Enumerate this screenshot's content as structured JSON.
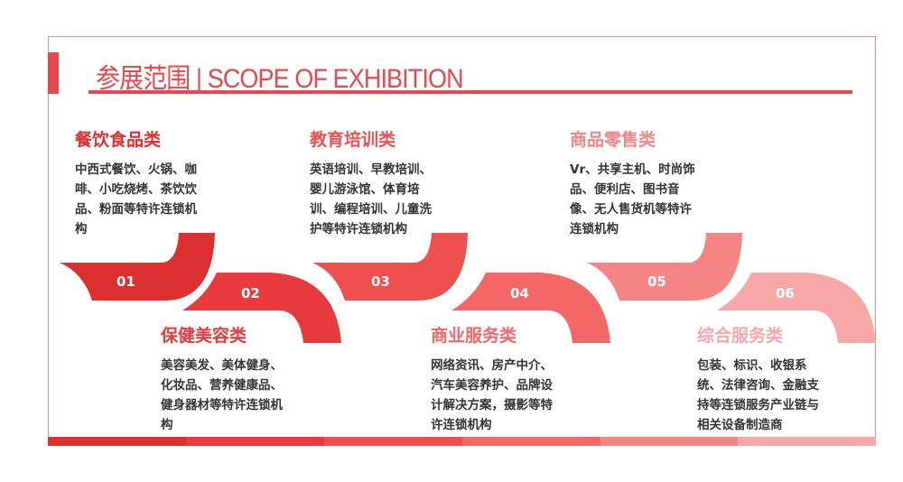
{
  "header": {
    "title": "参展范围 | SCOPE OF EXHIBITION"
  },
  "items": [
    {
      "num": "01",
      "title": "餐饮食品类",
      "body": "中西式餐饮、火锅、咖啡、小吃烧烤、茶饮饮品、粉面等特许连锁机构",
      "color": "#dc2f2f"
    },
    {
      "num": "02",
      "title": "保健美容类",
      "body": "美容美发、美体健身、化妆品、营养健康品、健身器材等特许连锁机构",
      "color": "#e8393c"
    },
    {
      "num": "03",
      "title": "教育培训类",
      "body": "英语培训、早教培训、婴儿游泳馆、体育培训、编程培训、儿童洗护等特许连锁机构",
      "color": "#f04f4f"
    },
    {
      "num": "04",
      "title": "商业服务类",
      "body": "网络资讯、房产中介、汽车美容养护、品牌设计解决方案，摄影等特许连锁机构",
      "color": "#f36767"
    },
    {
      "num": "05",
      "title": "商品零售类",
      "body": "Vr、共享主机、时尚饰品、便利店、图书音像、无人售货机等特许连锁机构",
      "color": "#f58585"
    },
    {
      "num": "06",
      "title": "综合服务类",
      "body": "包装、标识、收银系统、法律咨询、金融支持等连锁服务产业链与相关设备制造商",
      "color": "#f8a7a7"
    }
  ]
}
